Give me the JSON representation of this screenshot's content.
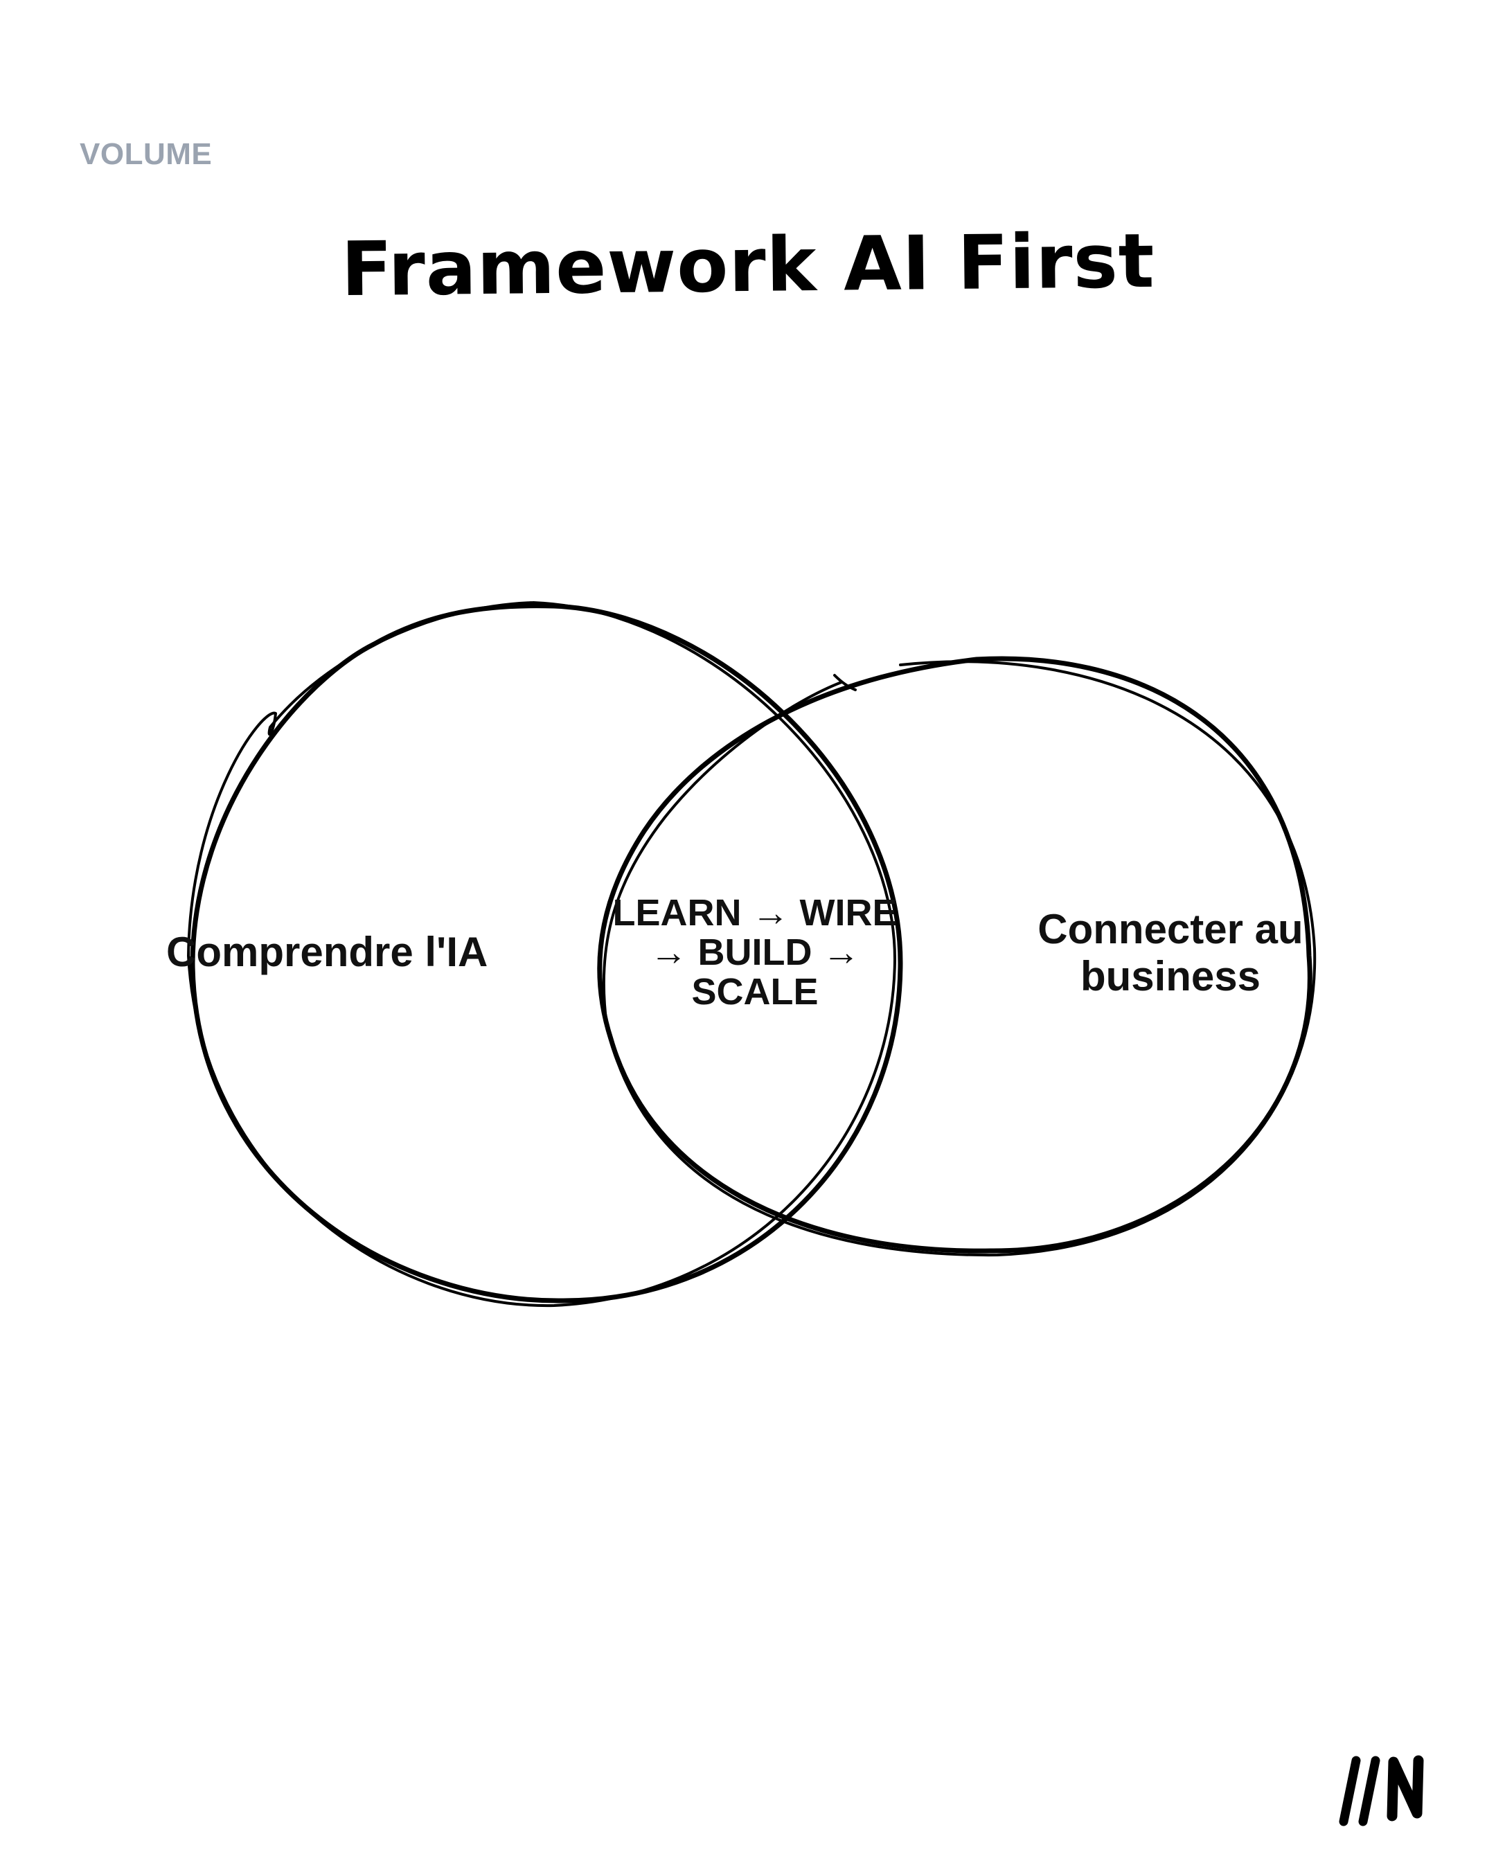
{
  "colors": {
    "background": "#ffffff",
    "ink": "#000000",
    "kicker": "#9aa3b0"
  },
  "header": {
    "kicker": "VOLUME",
    "title": "Framework AI First"
  },
  "venn": {
    "left_label": "Comprendre l'IA",
    "center_label": "LEARN → WIRE → BUILD → SCALE",
    "right_label": "Connecter au business"
  },
  "brand": {
    "logo_icon": "slash-slash-n-logo-icon"
  }
}
